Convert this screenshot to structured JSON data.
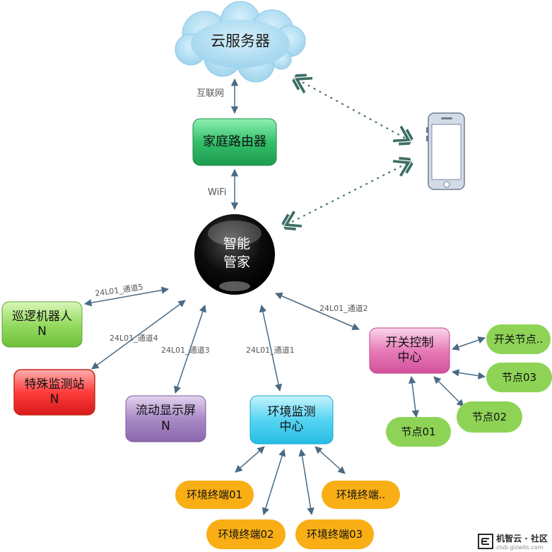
{
  "cloud": {
    "label": "云服务器"
  },
  "router": {
    "label": "家庭路由器"
  },
  "hub": {
    "line1": "智能",
    "line2": "管家"
  },
  "links": {
    "cloud_router": "互联网",
    "router_hub": "WiFi"
  },
  "channels": {
    "ch5": "24L01_通道5",
    "ch4": "24L01_通道4",
    "ch3": "24L01_通道3",
    "ch1": "24L01_通道1",
    "ch2": "24L01_通道2"
  },
  "robot": {
    "line1": "巡逻机器人",
    "line2": "N"
  },
  "monitor_station": {
    "line1": "特殊监测站",
    "line2": "N"
  },
  "display": {
    "line1": "流动显示屏",
    "line2": "N"
  },
  "env_center": {
    "line1": "环境监测",
    "line2": "中心"
  },
  "switch_center": {
    "line1": "开关控制",
    "line2": "中心"
  },
  "switch_nodes": [
    "开关节点..",
    "节点03",
    "节点02",
    "节点01"
  ],
  "env_terminals": [
    "环境终端01",
    "环境终端..",
    "环境终端02",
    "环境终端03"
  ],
  "watermark": {
    "main": "机智云 · 社区",
    "sub": "club.gizwits.com"
  },
  "colors": {
    "router": "#34c06a",
    "robot": "#8cd45a",
    "monitor_station": "#ff3c3c",
    "display": "#a280c0",
    "env_center": "#4fd2f2",
    "switch_center": "#e676b4",
    "node_green": "#8ed356",
    "terminal_orange": "#f8ae14",
    "arrow": "#4a6a84",
    "dotted_arrow": "#3d6e66"
  }
}
